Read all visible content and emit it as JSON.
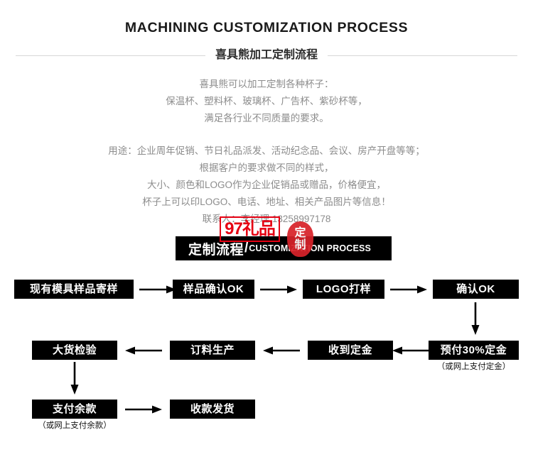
{
  "header": {
    "title_en": "MACHINING CUSTOMIZATION PROCESS",
    "subtitle_cn": "喜具熊加工定制流程"
  },
  "intro": {
    "block1": [
      "喜具熊可以加工定制各种杯子：",
      "保温杯、塑料杯、玻璃杯、广告杯、紫砂杯等，",
      "满足各行业不同质量的要求。"
    ],
    "block2": [
      "用途：企业周年促销、节日礼品派发、活动纪念品、会议、房产开盘等等；",
      "根据客户的要求做不同的样式，",
      "大小、颜色和LOGO作为企业促销品或赠品，价格便宜，",
      "杯子上可以印LOGO、电话、地址、相关产品图片等信息！",
      "联系人：李经理 13258997178"
    ]
  },
  "watermarks": {
    "box_text": "97礼品",
    "stamp_line1": "定",
    "stamp_line2": "制",
    "red": "#e60012"
  },
  "banner": {
    "cn": "定制流程",
    "slash": "/",
    "en": "CUSTOMIZATION PROCESS"
  },
  "flow": {
    "row1": [
      {
        "label": "现有模具样品寄样"
      },
      {
        "label": "样品确认OK"
      },
      {
        "label": "LOGO打样"
      },
      {
        "label": "确认OK"
      }
    ],
    "row2": [
      {
        "label": "大货检验",
        "sub": ""
      },
      {
        "label": "订料生产",
        "sub": ""
      },
      {
        "label": "收到定金",
        "sub": ""
      },
      {
        "label": "预付30%定金",
        "sub": "（或网上支付定金）"
      }
    ],
    "row3": [
      {
        "label": "支付余款",
        "sub": "（或网上支付余款）"
      },
      {
        "label": "收款发货",
        "sub": ""
      }
    ]
  }
}
